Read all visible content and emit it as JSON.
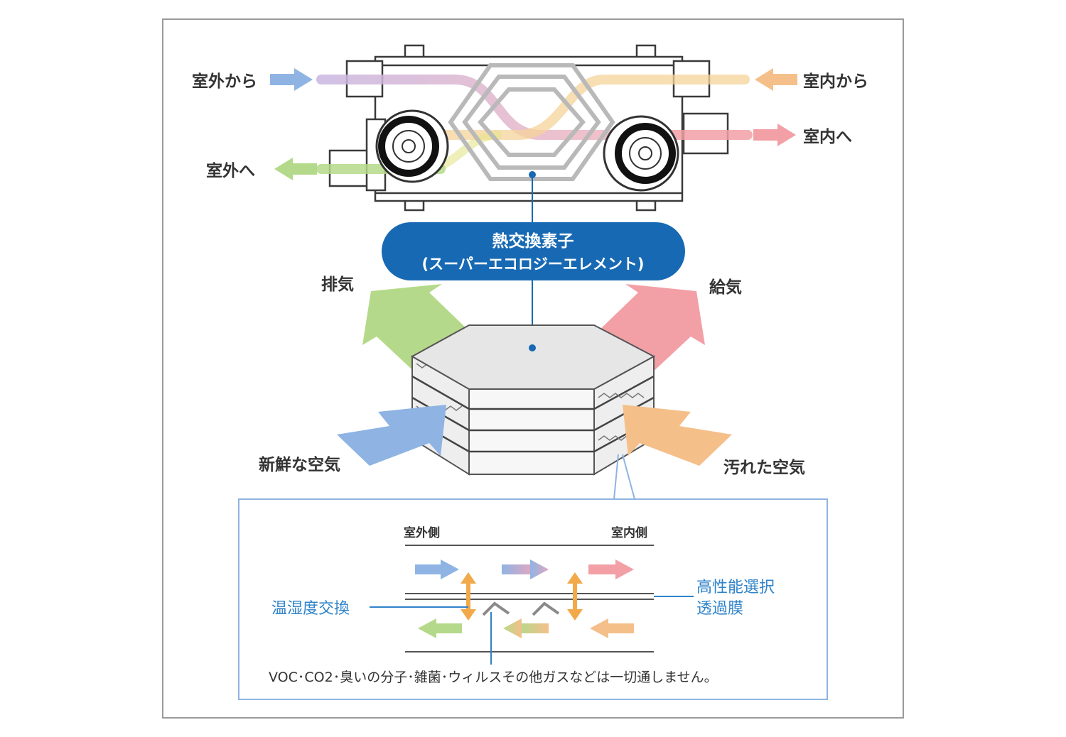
{
  "top_unit": {
    "outdoor_in": "室外から",
    "outdoor_out": "室外へ",
    "indoor_in": "室内から",
    "indoor_out": "室内へ"
  },
  "element": {
    "title": "熱交換素子",
    "subtitle": "(スーパーエコロジーエレメント)"
  },
  "flows": {
    "exhaust": "排気",
    "supply": "給気",
    "fresh_air": "新鮮な空気",
    "dirty_air": "汚れた空気"
  },
  "detail": {
    "outdoor_side": "室外側",
    "indoor_side": "室内側",
    "heat_humidity_exchange": "温湿度交換",
    "membrane_line1": "高性能選択",
    "membrane_line2": "透過膜",
    "note": "VOC･CO2･臭いの分子･雑菌･ウィルスその他ガスなどは一切通しません。"
  },
  "colors": {
    "fresh_blue": "#8fb4e3",
    "violet": "#c9a9d8",
    "green": "#b5d98a",
    "orange": "#f5bf8a",
    "pink": "#f2a0a6",
    "pill": "#1769b3",
    "detail_border": "#8fb4e3"
  }
}
